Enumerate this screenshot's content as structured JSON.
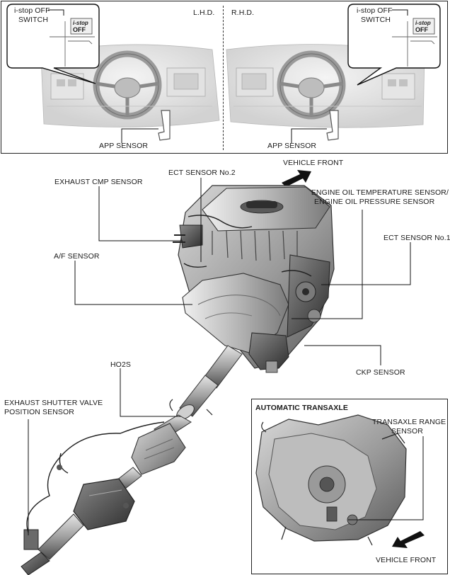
{
  "top_panel": {
    "lhd_label": "L.H.D.",
    "rhd_label": "R.H.D.",
    "lhd_switch_label_1": "i-stop OFF",
    "lhd_switch_label_2": "SWITCH",
    "rhd_switch_label_1": "i-stop OFF",
    "rhd_switch_label_2": "SWITCH",
    "switch_badge_top": "i-stop",
    "switch_badge_bottom": "OFF",
    "lhd_app_sensor": "APP SENSOR",
    "rhd_app_sensor": "APP SENSOR"
  },
  "engine": {
    "vehicle_front": "VEHICLE FRONT",
    "ect_sensor_2": "ECT SENSOR No.2",
    "exhaust_cmp_sensor": "EXHAUST CMP SENSOR",
    "eot_sensor_1": "ENGINE OIL TEMPERATURE SENSOR/",
    "eot_sensor_2": "ENGINE OIL PRESSURE SENSOR",
    "ect_sensor_1": "ECT SENSOR No.1",
    "af_sensor": "A/F SENSOR",
    "ho2s": "HO2S",
    "ckp_sensor": "CKP SENSOR",
    "exhaust_shutter_1": "EXHAUST SHUTTER VALVE",
    "exhaust_shutter_2": "POSITION SENSOR"
  },
  "transaxle": {
    "title": "AUTOMATIC TRANSAXLE",
    "range_sensor_1": "TRANSAXLE RANGE",
    "range_sensor_2": "SENSOR",
    "vehicle_front": "VEHICLE FRONT"
  }
}
